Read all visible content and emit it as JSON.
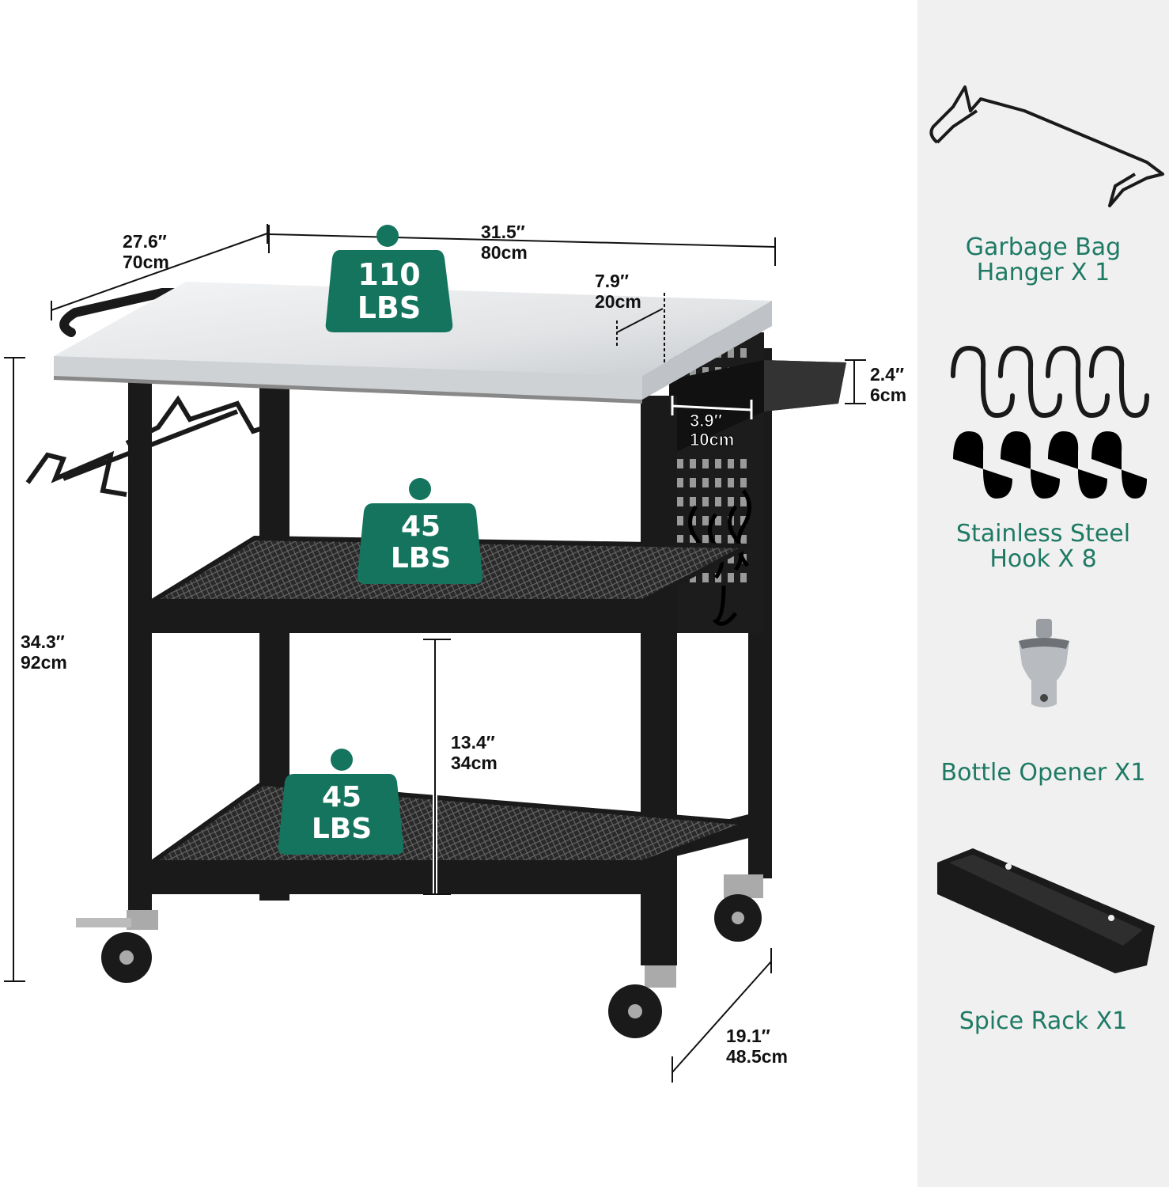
{
  "colors": {
    "accent_green": "#1e7a64",
    "badge_green": "#15745d",
    "frame_black": "#1a1a1a",
    "panel_gray": "#f0f0f0",
    "steel": "#e6e8ea"
  },
  "capacity_badges": {
    "top": {
      "value": "110",
      "unit": "LBS"
    },
    "middle": {
      "value": "45",
      "unit": "LBS"
    },
    "bottom": {
      "value": "45",
      "unit": "LBS"
    }
  },
  "dimensions": {
    "depth": {
      "inch": "27.6″",
      "cm": "70cm"
    },
    "width": {
      "inch": "31.5″",
      "cm": "80cm"
    },
    "side_extension": {
      "inch": "7.9″",
      "cm": "20cm"
    },
    "spice_rack_height": {
      "inch": "2.4″",
      "cm": "6cm"
    },
    "spice_rack_width": {
      "inch": "3.9″",
      "cm": "10cm"
    },
    "overall_height": {
      "inch": "34.3″",
      "cm": "92cm"
    },
    "shelf_gap": {
      "inch": "13.4″",
      "cm": "34cm"
    },
    "base_depth": {
      "inch": "19.1″",
      "cm": "48.5cm"
    }
  },
  "accessories": [
    {
      "name_line1": "Garbage Bag",
      "name_line2": "Hanger X 1",
      "icon": "garbage-bag-hanger-icon"
    },
    {
      "name_line1": "Stainless Steel",
      "name_line2": "Hook X 8",
      "icon": "s-hooks-icon"
    },
    {
      "name_line1": "Bottle Opener X1",
      "name_line2": "",
      "icon": "bottle-opener-icon"
    },
    {
      "name_line1": "Spice Rack X1",
      "name_line2": "",
      "icon": "spice-rack-icon"
    }
  ]
}
